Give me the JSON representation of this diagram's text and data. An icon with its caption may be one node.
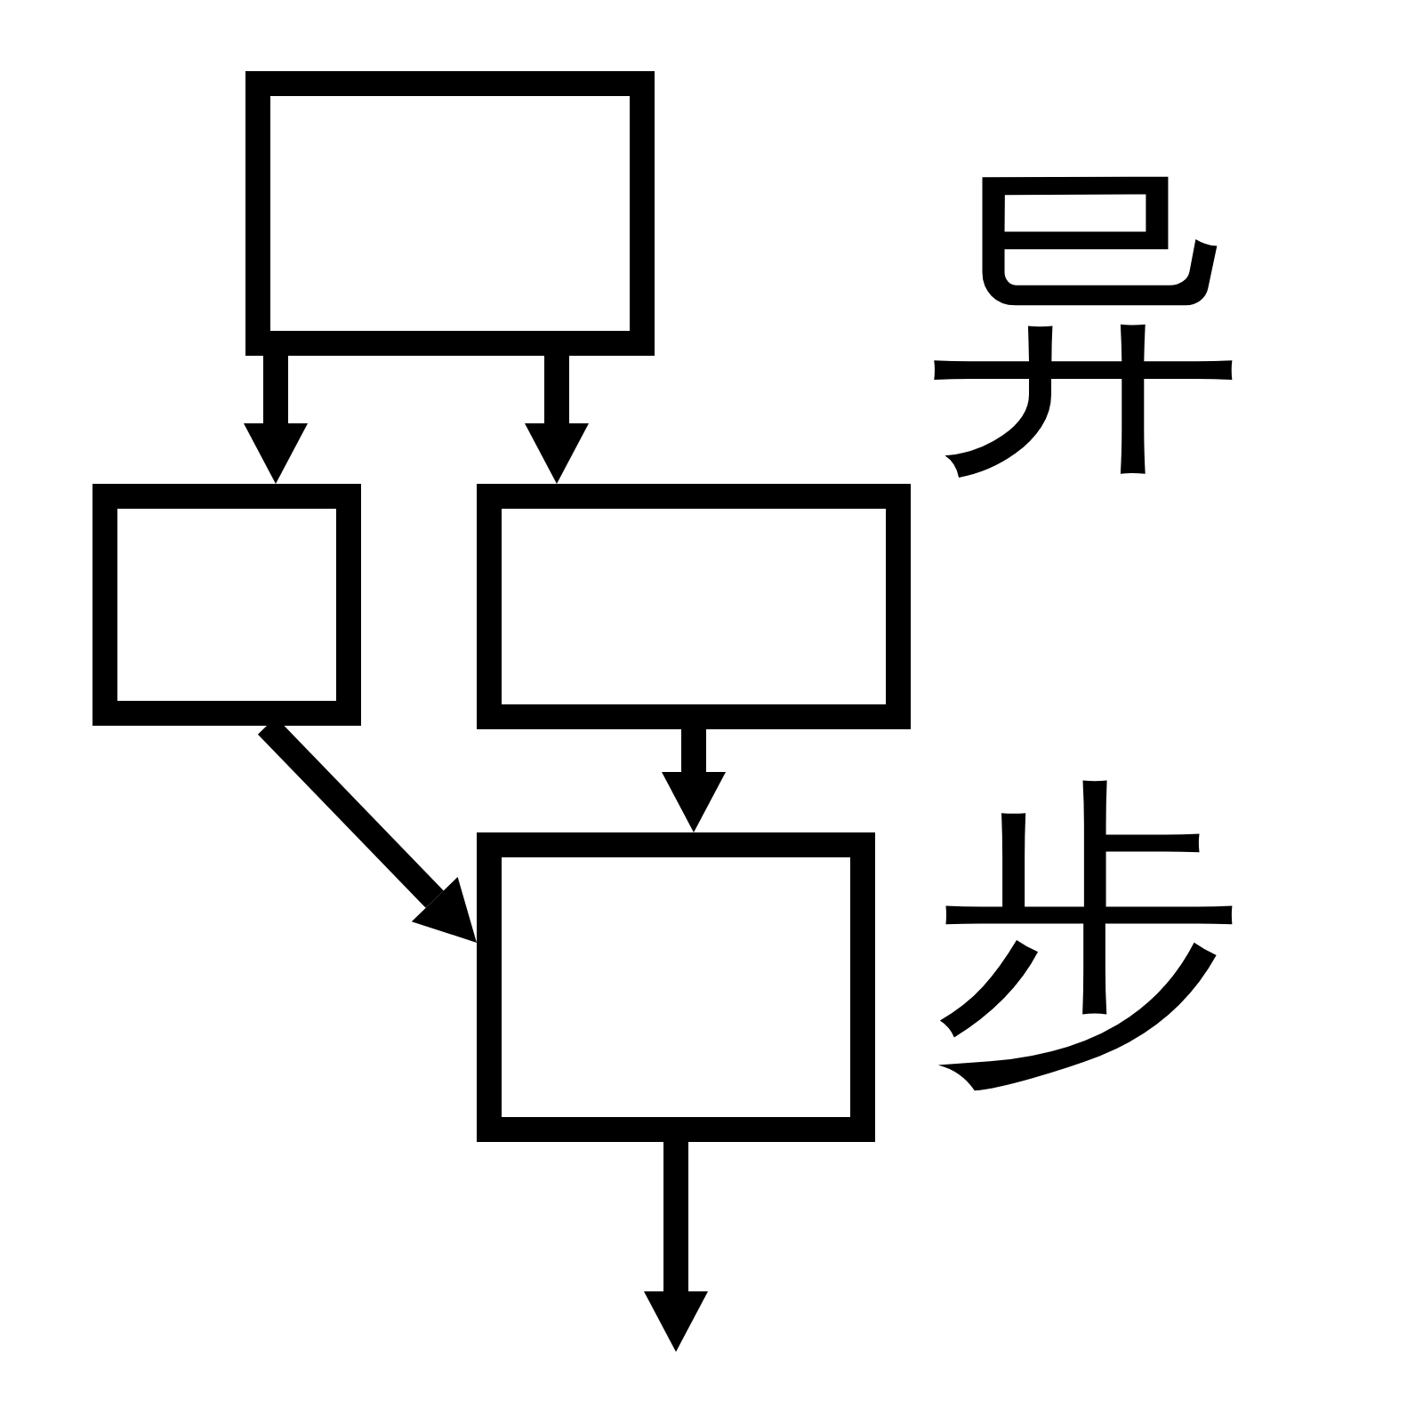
{
  "diagram": {
    "nodes": [
      {
        "text": [],
        "shape": "box"
      },
      {
        "text": [],
        "shape": "box"
      },
      {
        "text": [],
        "shape": "box"
      },
      {
        "text": [],
        "shape": "box"
      }
    ],
    "edges": [
      {
        "from": 0,
        "to": 1,
        "arrow": "to"
      },
      {
        "from": 0,
        "to": 2,
        "arrow": "to"
      },
      {
        "from": 1,
        "to": 3,
        "arrow": "to"
      },
      {
        "from": 2,
        "to": 3,
        "arrow": "to"
      },
      {
        "from": 3,
        "to": null,
        "arrow": "to"
      }
    ],
    "labels": [
      "异步"
    ]
  }
}
